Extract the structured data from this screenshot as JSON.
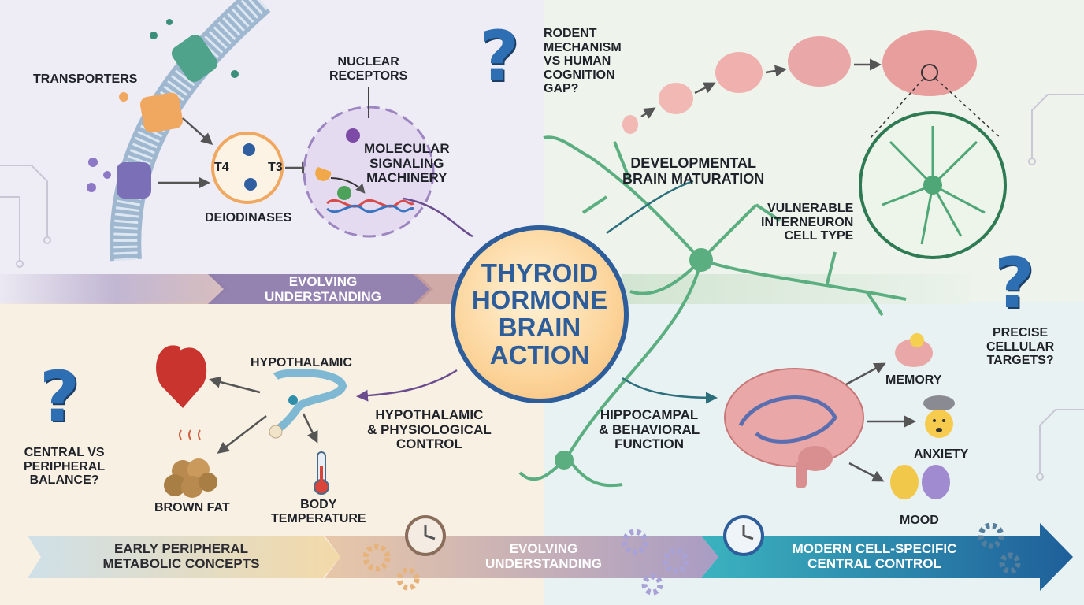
{
  "center": {
    "title": "THYROID\nHORMONE\nBRAIN\nACTION"
  },
  "molecular": {
    "transporters": "TRANSPORTERS",
    "nuclear_receptors": "NUCLEAR\nRECEPTORS",
    "t4": "T4",
    "t3": "T3",
    "deiodinases": "DEIODINASES",
    "signaling": "MOLECULAR\nSIGNALING\nMACHINERY"
  },
  "development": {
    "question": "RODENT\nMECHANISM\nVS HUMAN\nCOGNITION\nGAP?",
    "maturation": "DEVELOPMENTAL\nBRAIN MATURATION",
    "interneuron": "VULNERABLE\nINTERNEURON\nCELL TYPE"
  },
  "hypothalamic": {
    "hypothalamic_label": "HYPOTHALAMIC",
    "control": "HYPOTHALAMIC\n& PHYSIOLOGICAL\nCONTROL",
    "brown_fat": "BROWN FAT",
    "body_temp": "BODY\nTEMPERATURE",
    "question": "CENTRAL VS\nPERIPHERAL\nBALANCE?"
  },
  "hippocampal": {
    "function": "HIPPOCAMPAL\n& BEHAVIORAL\nFUNCTION",
    "memory": "MEMORY",
    "anxiety": "ANXIETY",
    "mood": "MOOD",
    "question": "PRECISE\nCELLULAR\nTARGETS?"
  },
  "timeline": {
    "top_band": "EVOLVING\nUNDERSTANDING",
    "stage1": "EARLY PERIPHERAL\nMETABOLIC CONCEPTS",
    "stage2": "EVOLVING\nUNDERSTANDING",
    "stage3": "MODERN CELL-SPECIFIC\nCENTRAL CONTROL"
  },
  "colors": {
    "accent_blue": "#2d5d9a",
    "purple": "#7b6a9d",
    "neuron_green": "#4fa676",
    "teal": "#2f8fa8",
    "orange": "#f0a85a"
  },
  "icons": [
    "question-mark-icon",
    "clock-icon",
    "gear-icon",
    "heart-icon",
    "brown-fat-icon",
    "thermometer-icon",
    "lightbulb-brain-icon",
    "anxious-face-icon",
    "drama-masks-icon",
    "dna-icon",
    "neuron-icon",
    "brain-icon"
  ]
}
